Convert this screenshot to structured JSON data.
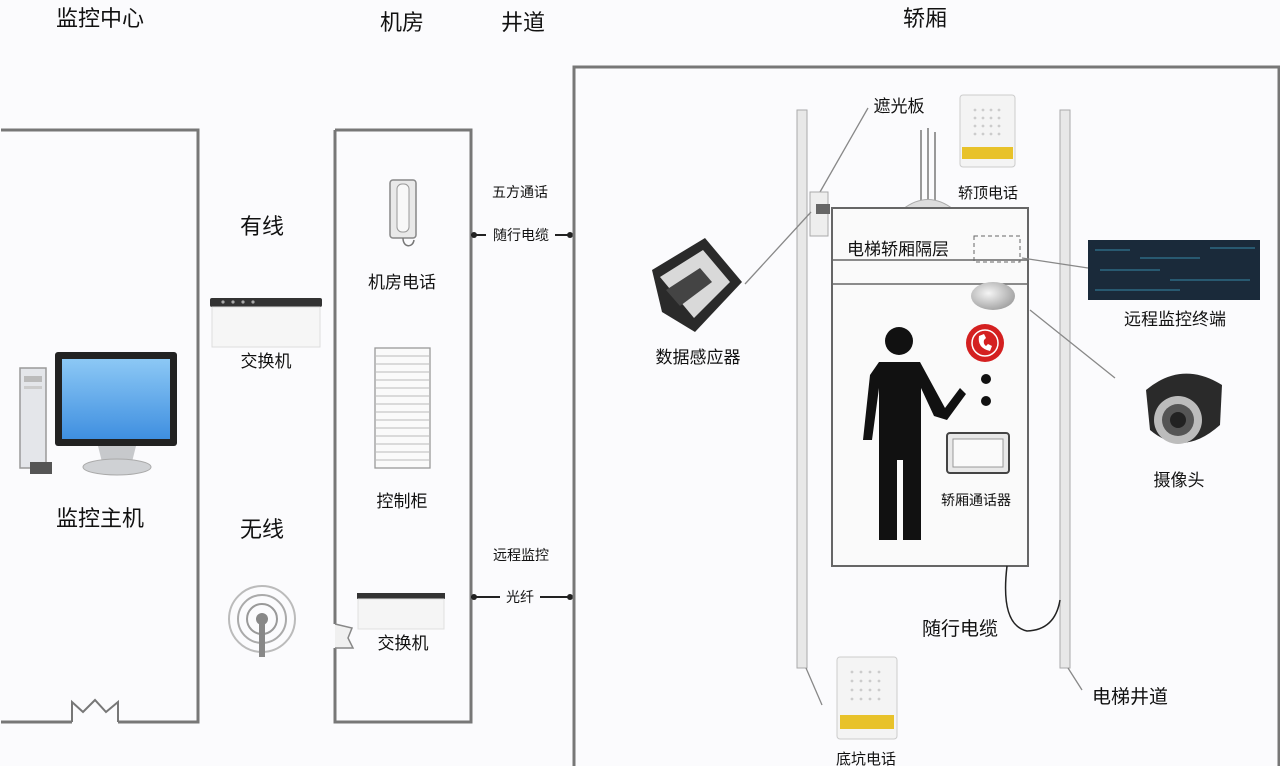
{
  "headers": {
    "monitor_center": "监控中心",
    "machine_room": "机房",
    "shaft": "井道",
    "car": "轿厢"
  },
  "labels": {
    "wired": "有线",
    "switch_left": "交换机",
    "wireless": "无线",
    "monitor_host": "监控主机",
    "room_phone": "机房电话",
    "control_cabinet": "控制柜",
    "switch_room": "交换机",
    "five_way_call": "五方通话",
    "traveling_cable_top": "随行电缆",
    "remote_monitor": "远程监控",
    "fiber": "光纤",
    "light_shield": "遮光板",
    "car_top_phone": "轿顶电话",
    "car_partition": "电梯轿厢隔层",
    "data_sensor": "数据感应器",
    "remote_terminal": "远程监控终端",
    "camera": "摄像头",
    "car_intercom": "轿厢通话器",
    "traveling_cable": "随行电缆",
    "elevator_shaft": "电梯井道",
    "pit_phone": "底坑电话"
  },
  "colors": {
    "frame": "#777777",
    "monitor_screen": "#3f8fe0",
    "alarm_red": "#d42020",
    "speaker_yellow": "#e8c22a",
    "terminal_dark": "#1a2a3a"
  }
}
